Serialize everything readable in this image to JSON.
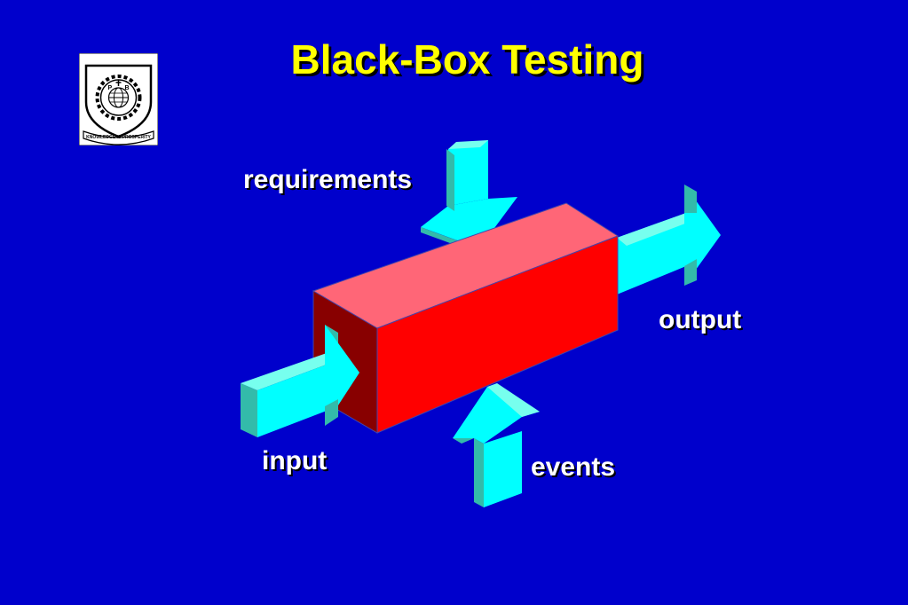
{
  "slide": {
    "title": "Black-Box Testing",
    "background_color": "#0000cc",
    "title_color": "#ffff00"
  },
  "logo": {
    "icon": "college-emblem-icon",
    "letters": [
      "P",
      "B"
    ],
    "motto": "KNOWLEDGE IS PROSPERITY"
  },
  "diagram": {
    "box_colors": {
      "top": "#ff6677",
      "front": "#ff0000",
      "side": "#880000"
    },
    "arrow_colors": {
      "face": "#00ffff",
      "side": "#33bbaa",
      "top": "#77ffee"
    },
    "labels": {
      "requirements": "requirements",
      "output": "output",
      "input": "input",
      "events": "events"
    }
  }
}
